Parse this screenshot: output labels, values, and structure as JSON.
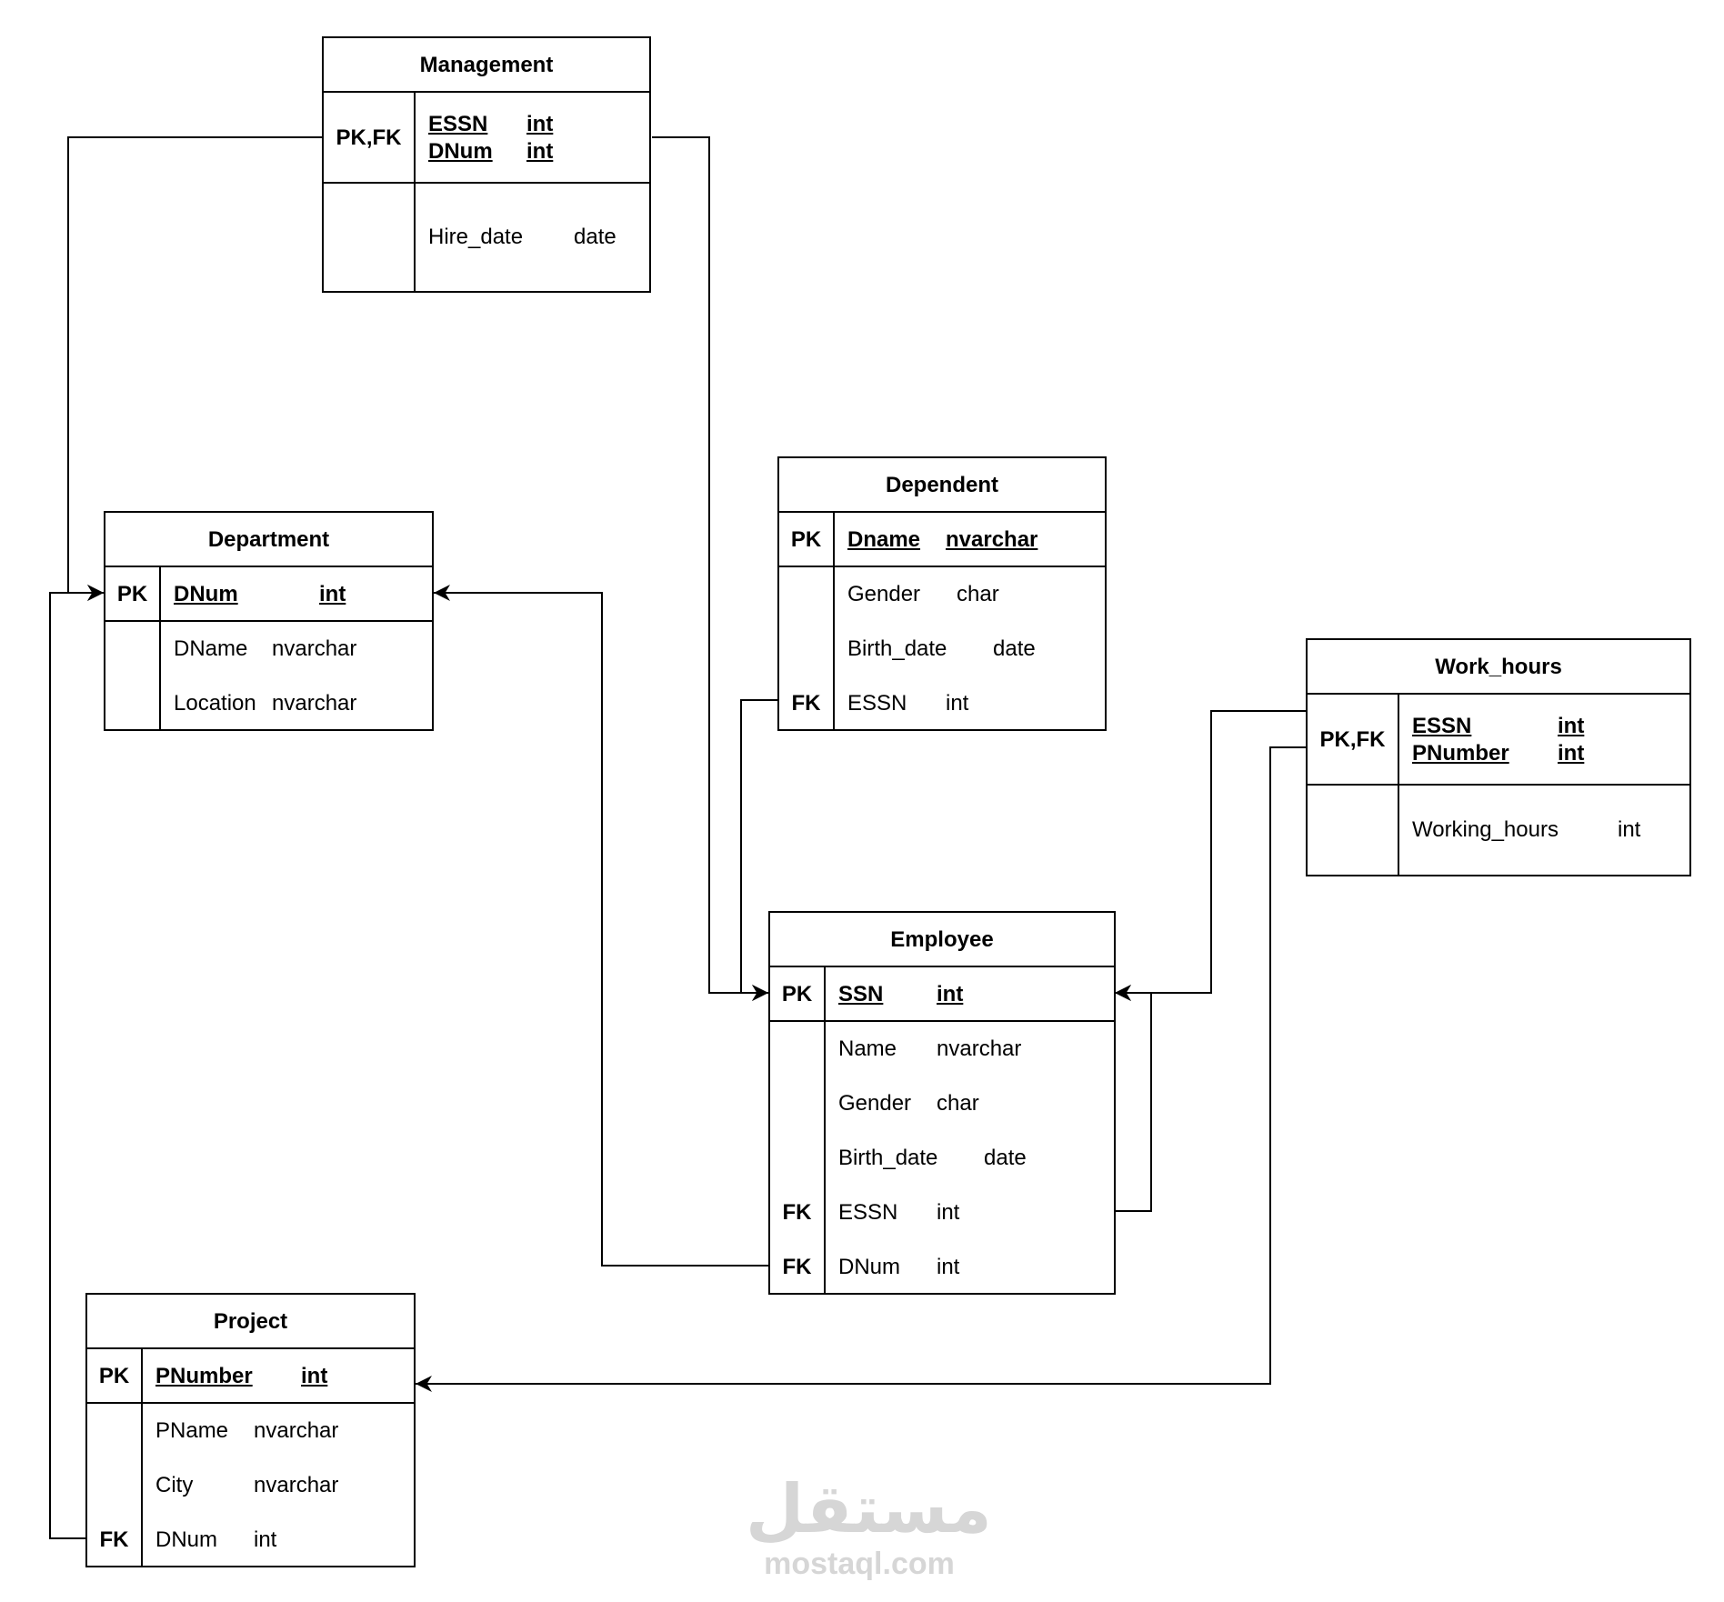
{
  "entities": {
    "management": {
      "title": "Management",
      "pk_key": "PK,FK",
      "pk1_name": "ESSN",
      "pk1_type": "int",
      "pk2_name": "DNum",
      "pk2_type": "int",
      "a1_name": "Hire_date",
      "a1_type": "date"
    },
    "department": {
      "title": "Department",
      "pk_key": "PK",
      "pk_name": "DNum",
      "pk_type": "int",
      "a1_name": "DName",
      "a1_type": "nvarchar",
      "a2_name": "Location",
      "a2_type": "nvarchar"
    },
    "dependent": {
      "title": "Dependent",
      "pk_key": "PK",
      "pk_name": "Dname",
      "pk_type": "nvarchar",
      "a1_name": "Gender",
      "a1_type": "char",
      "a2_name": "Birth_date",
      "a2_type": "date",
      "fk_key": "FK",
      "a3_name": "ESSN",
      "a3_type": "int"
    },
    "work_hours": {
      "title": "Work_hours",
      "pk_key": "PK,FK",
      "pk1_name": "ESSN",
      "pk1_type": "int",
      "pk2_name": "PNumber",
      "pk2_type": "int",
      "a1_name": "Working_hours",
      "a1_type": "int"
    },
    "employee": {
      "title": "Employee",
      "pk_key": "PK",
      "pk_name": "SSN",
      "pk_type": "int",
      "a1_name": "Name",
      "a1_type": "nvarchar",
      "a2_name": "Gender",
      "a2_type": "char",
      "a3_name": "Birth_date",
      "a3_type": "date",
      "fk1_key": "FK",
      "a4_name": "ESSN",
      "a4_type": "int",
      "fk2_key": "FK",
      "a5_name": "DNum",
      "a5_type": "int"
    },
    "project": {
      "title": "Project",
      "pk_key": "PK",
      "pk_name": "PNumber",
      "pk_type": "int",
      "a1_name": "PName",
      "a1_type": "nvarchar",
      "a2_name": "City",
      "a2_type": "nvarchar",
      "fk_key": "FK",
      "a3_name": "DNum",
      "a3_type": "int"
    }
  },
  "watermark": {
    "arabic": "مستقل",
    "latin": "mostaql.com"
  },
  "colors": {
    "stroke": "#000000",
    "watermark": "#d6d6d6"
  }
}
